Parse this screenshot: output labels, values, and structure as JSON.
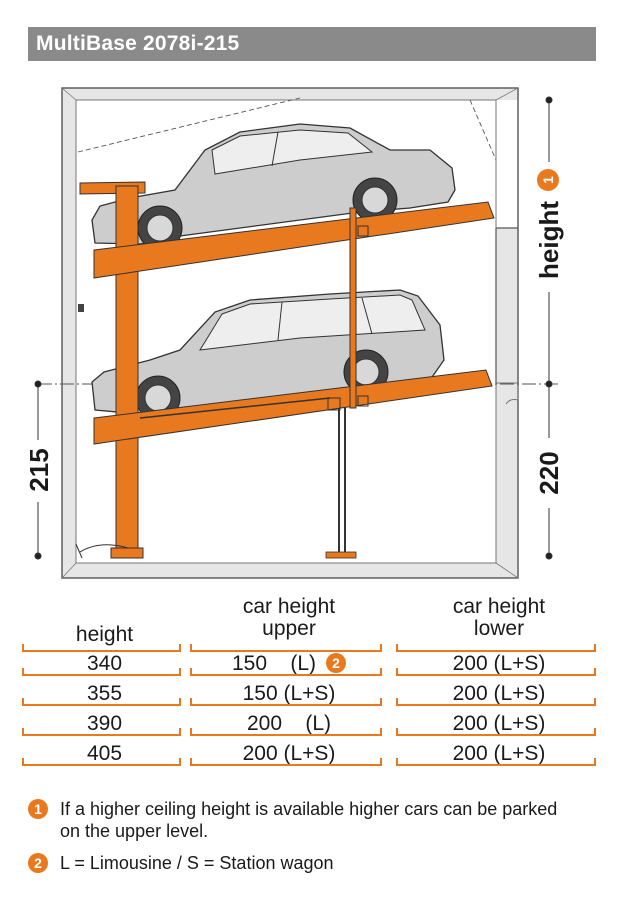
{
  "title": "MultiBase 2078i-215",
  "diagram": {
    "height_label": "height",
    "height_marker": "1",
    "dim_left": "215",
    "dim_right": "220",
    "colors": {
      "steel": "#e8791e",
      "car": "#c9c9c9",
      "wall": "#555555"
    }
  },
  "table": {
    "headers": {
      "height": "height",
      "upper": [
        "car height",
        "upper"
      ],
      "lower": [
        "car height",
        "lower"
      ]
    },
    "rows": [
      {
        "height": "340",
        "upper": "150    (L)",
        "upper_marker": "2",
        "lower": "200 (L+S)"
      },
      {
        "height": "355",
        "upper": "150 (L+S)",
        "upper_marker": "",
        "lower": "200 (L+S)"
      },
      {
        "height": "390",
        "upper": "200    (L)",
        "upper_marker": "",
        "lower": "200 (L+S)"
      },
      {
        "height": "405",
        "upper": "200 (L+S)",
        "upper_marker": "",
        "lower": "200 (L+S)"
      }
    ]
  },
  "notes": [
    {
      "marker": "1",
      "text": "If a higher ceiling height is available higher cars can be parked on the upper level."
    },
    {
      "marker": "2",
      "text": "L = Limousine / S = Station wagon"
    }
  ]
}
